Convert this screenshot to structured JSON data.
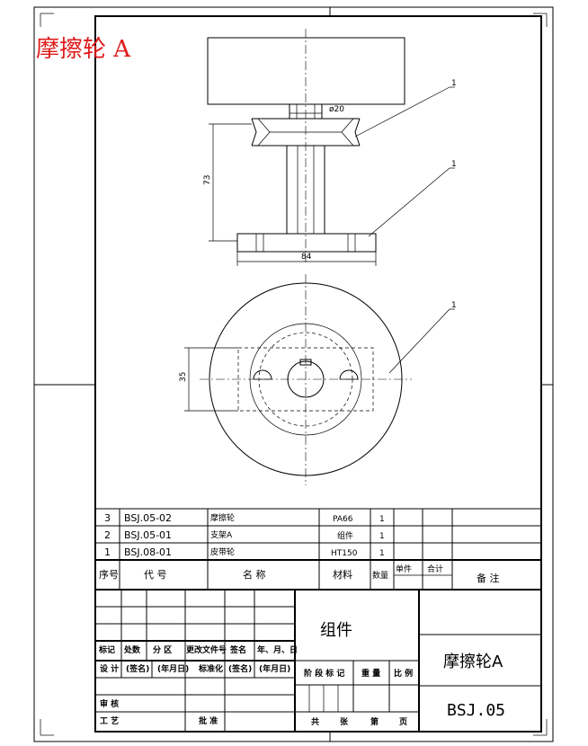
{
  "drawing_title_red": "摩擦轮 A",
  "leader_label": "1",
  "dims": {
    "shaft_dia": "ø20",
    "height": "73",
    "base_width": "84",
    "view_width": "35"
  },
  "parts": [
    {
      "no": "3",
      "code": "BSJ.05-02",
      "name": "摩擦轮",
      "material": "PA66",
      "qty": "1"
    },
    {
      "no": "2",
      "code": "BSJ.05-01",
      "name": "支架A",
      "material": "组件",
      "qty": "1"
    },
    {
      "no": "1",
      "code": "BSJ.08-01",
      "name": "皮带轮",
      "material": "HT150",
      "qty": "1"
    }
  ],
  "parts_header": {
    "no": "序号",
    "code": "代  号",
    "name": "名  称",
    "material": "材料",
    "qty": "数量",
    "unit": "单件",
    "total": "合计",
    "remark": "备  注"
  },
  "title_block": {
    "type": "组件",
    "name": "摩擦轮A",
    "code": "BSJ.05",
    "mark": "标记",
    "count": "处数",
    "zone": "分 区",
    "doc": "更改文件号",
    "sign": "签名",
    "date": "年、月、日",
    "design": "设 计",
    "sign_paren": "(签名)",
    "date_paren": "(年月日)",
    "standard": "标准化",
    "sign_paren2": "(签名)",
    "date_paren2": "(年月日)",
    "review": "审 核",
    "process": "工 艺",
    "approve": "批 准",
    "stage": "阶 段 标 记",
    "weight": "重 量",
    "scale": "比 例",
    "total_sheets": "共",
    "sheets": "张",
    "sheet_no": "第",
    "page": "页"
  }
}
